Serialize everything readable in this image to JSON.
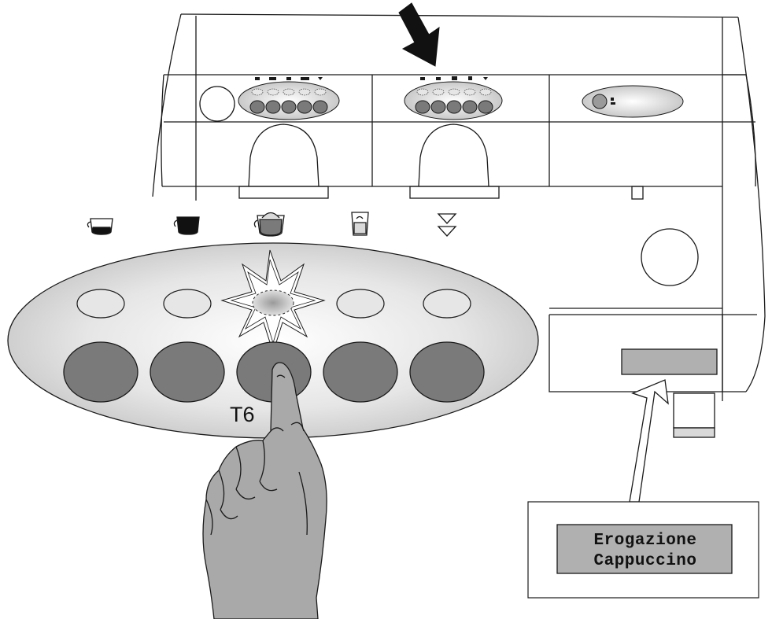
{
  "callout": {
    "button_label": "T6"
  },
  "display": {
    "line1": "Erogazione",
    "line2": "Cappuccino"
  },
  "pressed_button_index": 2,
  "colors": {
    "outline": "#1a1a1a",
    "panel_fill": "#d9d9d9",
    "button_dark": "#7a7a7a",
    "led_light": "#e6e6e6",
    "lcd_fill": "#b0b0b0",
    "hand_fill": "#a9a9a9",
    "background": "#ffffff"
  },
  "beverage_icons": [
    "espresso-cup-icon",
    "coffee-cup-icon",
    "cappuccino-cup-icon",
    "latte-glass-icon",
    "double-dose-icon"
  ]
}
